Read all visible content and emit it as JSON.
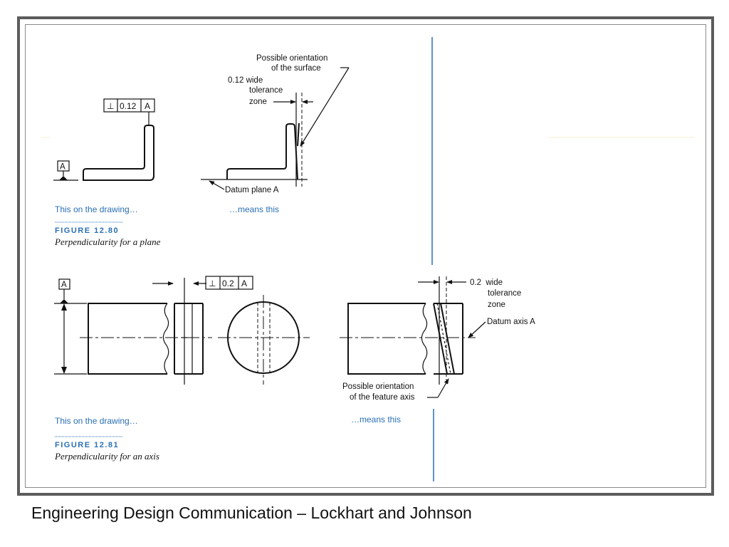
{
  "footer": "Engineering Design Communication – Lockhart and Johnson",
  "fig80": {
    "datum_label": "A",
    "fcf": {
      "symbol": "⊥",
      "tolerance": "0.12",
      "datum": "A"
    },
    "orientation_label": [
      "Possible orientation",
      "of the surface"
    ],
    "zone_label": [
      "0.12 wide",
      "tolerance",
      "zone"
    ],
    "datum_plane_label": "Datum plane A",
    "caption_left": "This on the drawing…",
    "caption_right": "…means this",
    "figure_number": "FIGURE 12.80",
    "figure_title": "Perpendicularity for a plane"
  },
  "fig81": {
    "datum_label": "A",
    "fcf": {
      "symbol": "⊥",
      "tolerance": "0.2",
      "datum": "A"
    },
    "zone_label": [
      "0.2  wide",
      "tolerance",
      "zone"
    ],
    "datum_axis_label": "Datum axis A",
    "axis_label": [
      "Possible orientation",
      "of the feature axis"
    ],
    "caption_left": "This on the drawing…",
    "caption_right": "…means this",
    "figure_number": "FIGURE 12.81",
    "figure_title": "Perpendicularity for an axis"
  },
  "colors": {
    "caption_blue": "#2a6fb5",
    "divider_blue": "#2a6fb5",
    "frame": "#5c5c5c"
  }
}
